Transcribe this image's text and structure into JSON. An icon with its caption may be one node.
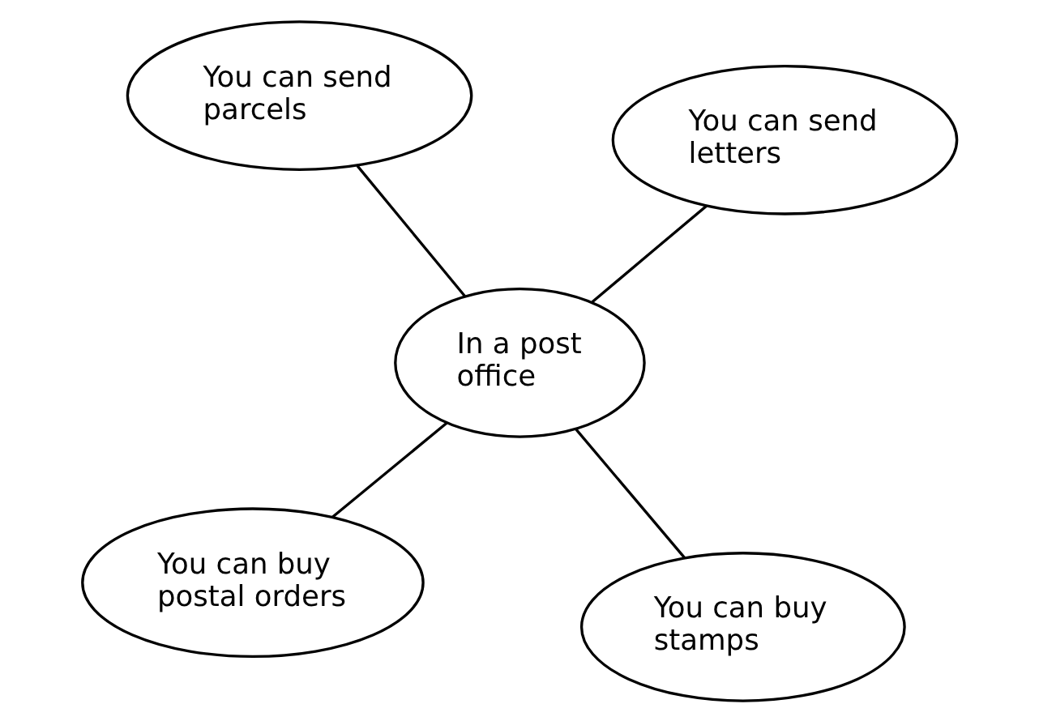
{
  "diagram": {
    "nodes": [
      {
        "text": [
          "You can buy postal orders"
        ]
      },
      {
        "text": [
          "You can buy stamps"
        ]
      },
      {
        "text": [
          "In a post office"
        ]
      },
      {
        "text": [
          "You can send parcels"
        ]
      },
      {
        "text": [
          "You can send letters"
        ]
      }
    ],
    "edges": [
      {
        "from": 2,
        "to": 0,
        "arrow": "none"
      },
      {
        "from": 2,
        "to": 1,
        "arrow": "none"
      },
      {
        "from": 2,
        "to": 3,
        "arrow": "none"
      },
      {
        "from": 2,
        "to": 4,
        "arrow": "none"
      }
    ]
  }
}
